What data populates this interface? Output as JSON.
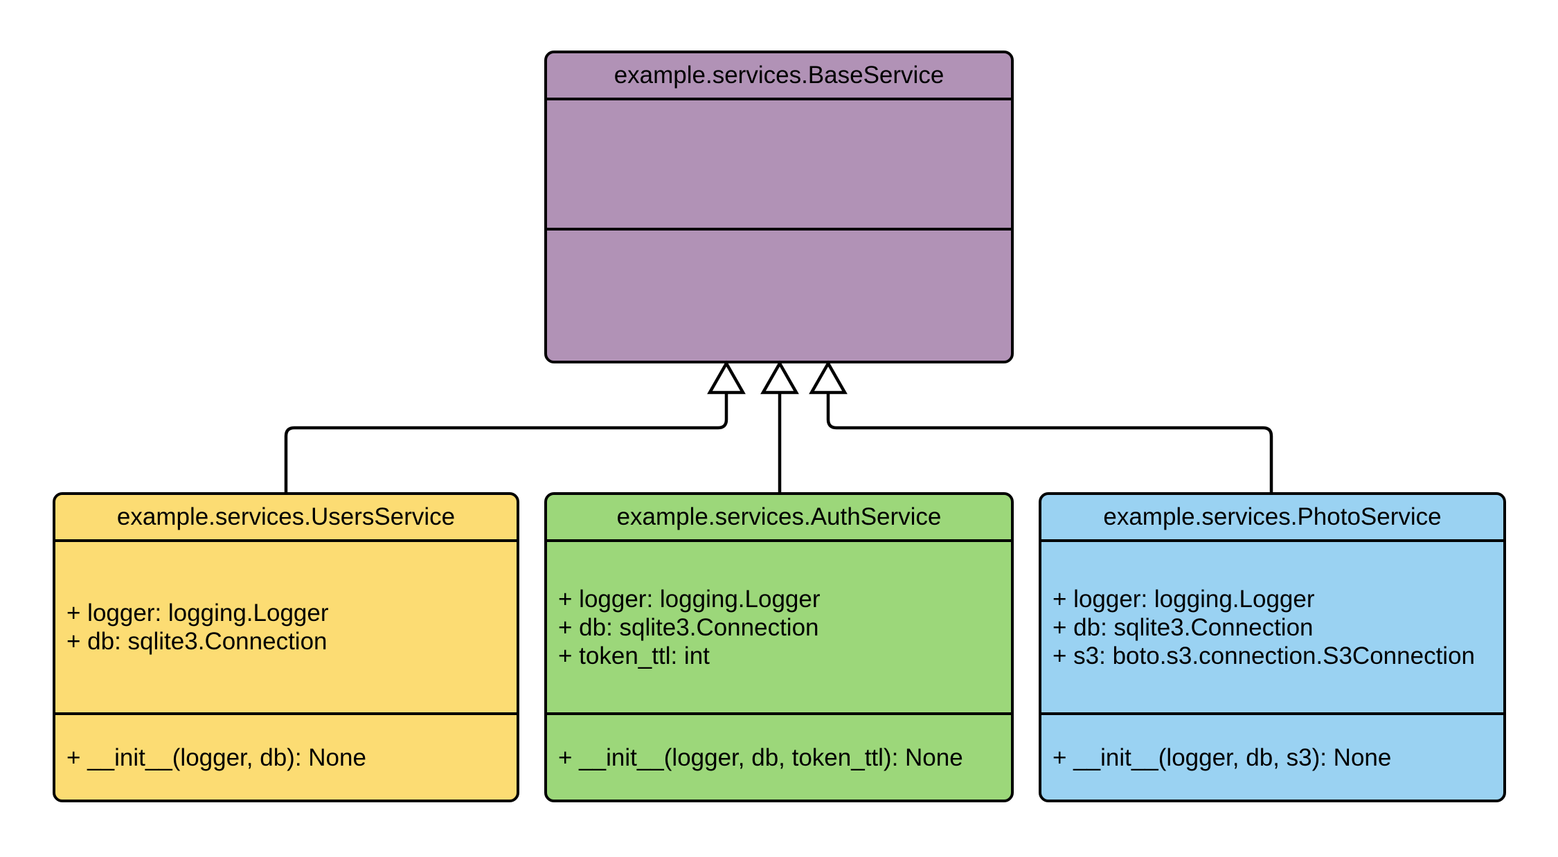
{
  "diagram": {
    "background_color": "#ffffff",
    "stroke_color": "#000000",
    "classes": [
      {
        "id": "base",
        "title": "example.services.BaseService",
        "fill": "#b192b6",
        "attributes": [],
        "methods": []
      },
      {
        "id": "users",
        "title": "example.services.UsersService",
        "fill": "#fcdc73",
        "attributes": [
          "+ logger: logging.Logger",
          "+ db: sqlite3.Connection"
        ],
        "methods": [
          "+ __init__(logger, db): None"
        ]
      },
      {
        "id": "auth",
        "title": "example.services.AuthService",
        "fill": "#9cd77a",
        "attributes": [
          "+ logger: logging.Logger",
          "+ db: sqlite3.Connection",
          "+ token_ttl: int"
        ],
        "methods": [
          "+ __init__(logger, db, token_ttl): None"
        ]
      },
      {
        "id": "photo",
        "title": "example.services.PhotoService",
        "fill": "#9ad2f2",
        "attributes": [
          "+ logger: logging.Logger",
          "+ db: sqlite3.Connection",
          "+ s3: boto.s3.connection.S3Connection"
        ],
        "methods": [
          "+ __init__(logger, db, s3): None"
        ]
      }
    ],
    "relations": [
      {
        "type": "inheritance",
        "from": "example.services.UsersService",
        "to": "example.services.BaseService"
      },
      {
        "type": "inheritance",
        "from": "example.services.AuthService",
        "to": "example.services.BaseService"
      },
      {
        "type": "inheritance",
        "from": "example.services.PhotoService",
        "to": "example.services.BaseService"
      }
    ]
  }
}
